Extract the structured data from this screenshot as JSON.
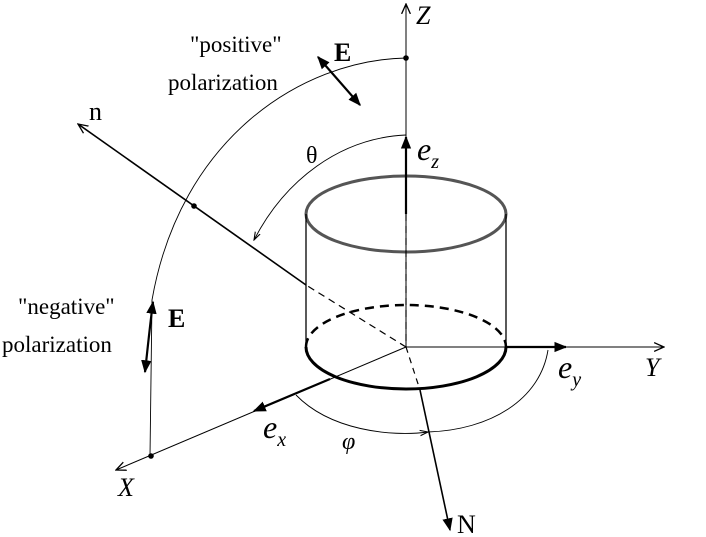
{
  "axes": {
    "z": "Z",
    "y": "Y",
    "x": "X",
    "n": "n",
    "N": "N"
  },
  "unit_vectors": {
    "ez_base": "e",
    "ez_sub": "z",
    "ey_base": "e",
    "ey_sub": "y",
    "ex_base": "e",
    "ex_sub": "x"
  },
  "angles": {
    "theta": "θ",
    "phi": "φ"
  },
  "positive": {
    "line1": "\"positive\"",
    "line2": "polarization",
    "field": "E"
  },
  "negative": {
    "line1": "\"negative\"",
    "line2": "polarization",
    "field": "E"
  }
}
